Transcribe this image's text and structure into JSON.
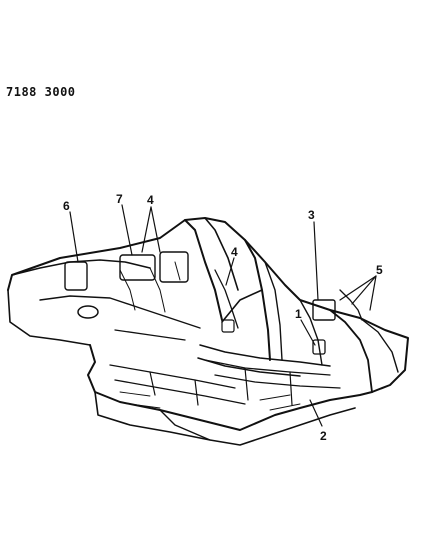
{
  "diagram_code": "7188 3000",
  "callouts": [
    "6",
    "7",
    "4",
    "4",
    "3",
    "5",
    "1",
    "2"
  ]
}
